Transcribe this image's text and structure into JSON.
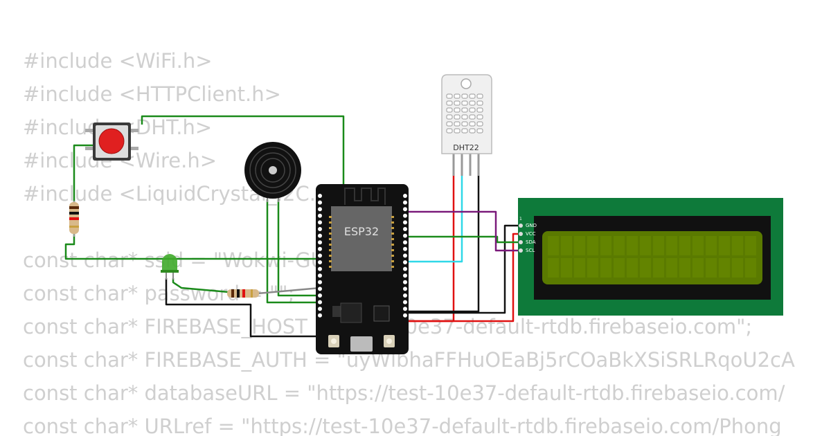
{
  "code_lines": [
    "#include <WiFi.h>",
    "#include <HTTPClient.h>",
    "#include <DHT.h>",
    "#include <Wire.h>",
    "#include <LiquidCrystal_I2C.h>",
    "",
    "const char* ssid = \"Wokwi-GUEST\";",
    "const char* password = \"\";",
    "const char* FIREBASE_HOST = \"test-10e37-default-rtdb.firebaseio.com\";",
    "const char* FIREBASE_AUTH = \"uyWlbhaFFHuOEaBj5rCOaBkXSiSRLRqoU2cA",
    "const char* databaseURL = \"https://test-10e37-default-rtdb.firebaseio.com/",
    "const char* URLref = \"https://test-10e37-default-rtdb.firebaseio.com/Phong"
  ],
  "components": {
    "esp32": {
      "label": "ESP32"
    },
    "dht22": {
      "label": "DHT22"
    },
    "lcd": {
      "pin_number": "1",
      "pins": [
        "GND",
        "VCC",
        "SDA",
        "SCL"
      ]
    }
  },
  "colors": {
    "wire_green": "#1a8a1a",
    "wire_red": "#e01010",
    "wire_black": "#111111",
    "wire_purple": "#7a1a7a",
    "wire_cyan": "#2fd8e8",
    "lcd_board": "#0e7a3a",
    "lcd_screen": "#5a7a00",
    "led": "#3faa2a",
    "button_cap": "#e02020"
  }
}
